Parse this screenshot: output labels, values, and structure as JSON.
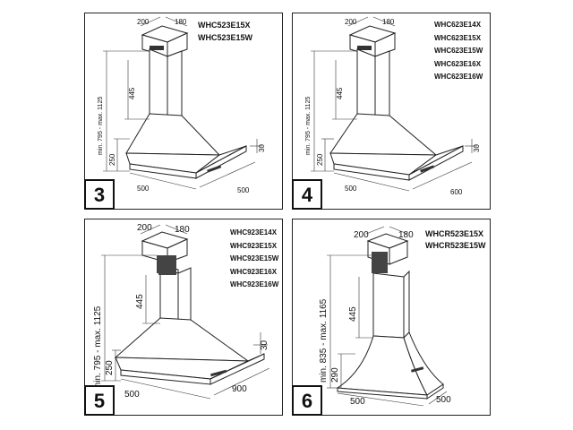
{
  "panels": [
    {
      "number": "3",
      "models": [
        "WHC523E15X",
        "WHC523E15W"
      ],
      "dims": {
        "top_depth": "200",
        "top_width": "180",
        "duct": "445",
        "total": "min. 795 - max. 1125",
        "hood": "250",
        "rim": "30",
        "depth": "500",
        "width": "500"
      }
    },
    {
      "number": "4",
      "models": [
        "WHC623E14X",
        "WHC623E15X",
        "WHC623E15W",
        "WHC623E16X",
        "WHC623E16W"
      ],
      "dims": {
        "top_depth": "200",
        "top_width": "180",
        "duct": "445",
        "total": "min. 795 - max. 1125",
        "hood": "250",
        "rim": "30",
        "depth": "500",
        "width": "600"
      }
    },
    {
      "number": "5",
      "models": [
        "WHC923E14X",
        "WHC923E15X",
        "WHC923E15W",
        "WHC923E16X",
        "WHC923E16W"
      ],
      "dims": {
        "top_depth": "200",
        "top_width": "180",
        "duct": "445",
        "total": "min. 795 - max. 1125",
        "hood": "250",
        "rim": "30",
        "depth": "500",
        "width": "900"
      }
    },
    {
      "number": "6",
      "models": [
        "WHCR523E15X",
        "WHCR523E15W"
      ],
      "dims": {
        "top_depth": "200",
        "top_width": "180",
        "duct": "445",
        "total": "min. 835 - max. 1165",
        "hood": "290",
        "depth": "500",
        "width": "500"
      }
    }
  ]
}
